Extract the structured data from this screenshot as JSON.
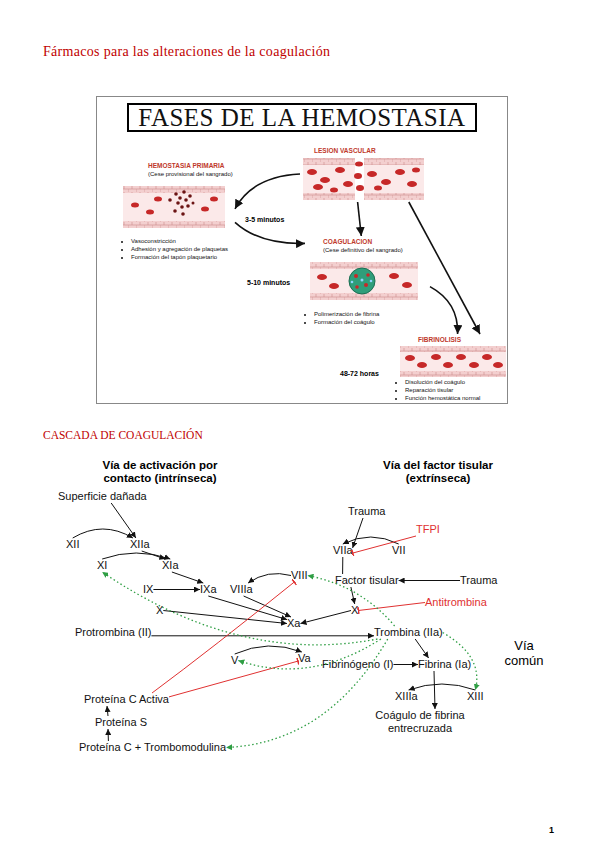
{
  "diagram": {
    "title": "Fármacos para las alteraciones de la coagulación",
    "nodes": [
      {
        "text": [
          "FASES DE LA HEMOSTASIA"
        ]
      },
      {
        "text": [
          "HEMOSTASIA PRIMARIA",
          "(Cese provisional del sangrado)",
          "Vasoconstricción",
          "Adhesión y agregación de plaquetas",
          "Formación del tapón plaquetario"
        ]
      },
      {
        "text": [
          "LESION VASCULAR"
        ]
      },
      {
        "text": [
          "COAGULACION",
          "(Cese definitivo del sangrado)",
          "Polimerización de fibrina",
          "Formación del coágulo"
        ]
      },
      {
        "text": [
          "FIBRINOLISIS",
          "Disolución del coágulo",
          "Reparación tisular",
          "Función hemostática normal"
        ]
      },
      {
        "text": [
          "Superficie dañada"
        ]
      },
      {
        "text": [
          "Trauma"
        ]
      },
      {
        "text": [
          "TFPI"
        ]
      },
      {
        "text": [
          "XII"
        ]
      },
      {
        "text": [
          "XIIa"
        ]
      },
      {
        "text": [
          "VIIa"
        ]
      },
      {
        "text": [
          "VII"
        ]
      },
      {
        "text": [
          "XI"
        ]
      },
      {
        "text": [
          "XIa"
        ]
      },
      {
        "text": [
          "VIII"
        ]
      },
      {
        "text": [
          "Factor tisular"
        ]
      },
      {
        "text": [
          "Trauma"
        ]
      },
      {
        "text": [
          "IX"
        ]
      },
      {
        "text": [
          "IXa"
        ]
      },
      {
        "text": [
          "VIIIa"
        ]
      },
      {
        "text": [
          "Antitrombina"
        ]
      },
      {
        "text": [
          "X"
        ]
      },
      {
        "text": [
          "X"
        ]
      },
      {
        "text": [
          "Protrombina (II)"
        ]
      },
      {
        "text": [
          "Xa"
        ]
      },
      {
        "text": [
          "Trombina (IIa)"
        ]
      },
      {
        "text": [
          "V"
        ]
      },
      {
        "text": [
          "Va"
        ]
      },
      {
        "text": [
          "Fibrinógeno (I)"
        ]
      },
      {
        "text": [
          "Fibrina (Ia)"
        ]
      },
      {
        "text": [
          "Proteína C Activa"
        ]
      },
      {
        "text": [
          "XIIIa"
        ]
      },
      {
        "text": [
          "XIII"
        ]
      },
      {
        "text": [
          "Proteína S"
        ]
      },
      {
        "text": [
          "Coágulo de fibrina entrecruzada"
        ]
      },
      {
        "text": [
          "Proteína C + Trombomodulina"
        ]
      }
    ],
    "edges": [
      {
        "from": 2,
        "to": 1,
        "arrow": "to"
      },
      {
        "from": 2,
        "to": 3,
        "arrow": "to"
      },
      {
        "from": 1,
        "to": 3,
        "arrow": "to"
      },
      {
        "from": 3,
        "to": 4,
        "arrow": "to"
      },
      {
        "from": 2,
        "to": 4,
        "arrow": "to"
      },
      {
        "from": 5,
        "to": 9,
        "arrow": "to"
      },
      {
        "from": 8,
        "to": 9,
        "arrow": "to"
      },
      {
        "from": 9,
        "to": 13,
        "arrow": "to"
      },
      {
        "from": 12,
        "to": 13,
        "arrow": "to"
      },
      {
        "from": 13,
        "to": 18,
        "arrow": "to"
      },
      {
        "from": 17,
        "to": 18,
        "arrow": "to"
      },
      {
        "from": 18,
        "to": 24,
        "arrow": "to"
      },
      {
        "from": 19,
        "to": 24,
        "arrow": "to"
      },
      {
        "from": 14,
        "to": 19,
        "arrow": "to"
      },
      {
        "from": 21,
        "to": 24,
        "arrow": "to"
      },
      {
        "from": 22,
        "to": 24,
        "arrow": "to"
      },
      {
        "from": 23,
        "to": 25,
        "arrow": "to"
      },
      {
        "from": 26,
        "to": 27,
        "arrow": "to"
      },
      {
        "from": 28,
        "to": 29,
        "arrow": "to"
      },
      {
        "from": 25,
        "to": 29,
        "arrow": "to"
      },
      {
        "from": 32,
        "to": 31,
        "arrow": "to"
      },
      {
        "from": 29,
        "to": 34,
        "arrow": "to"
      },
      {
        "from": 6,
        "to": 10,
        "arrow": "to"
      },
      {
        "from": 11,
        "to": 10,
        "arrow": "to"
      },
      {
        "from": 16,
        "to": 15,
        "arrow": "to"
      },
      {
        "from": 10,
        "to": 15,
        "arrow": "none"
      },
      {
        "from": 15,
        "to": 22,
        "arrow": "to"
      },
      {
        "from": 7,
        "to": 10,
        "arrow": "to"
      },
      {
        "from": 20,
        "to": 22,
        "arrow": "to"
      },
      {
        "from": 30,
        "to": 14,
        "arrow": "to"
      },
      {
        "from": 30,
        "to": 27,
        "arrow": "to"
      },
      {
        "from": 25,
        "to": 12,
        "arrow": "to"
      },
      {
        "from": 25,
        "to": 14,
        "arrow": "to"
      },
      {
        "from": 25,
        "to": 26,
        "arrow": "to"
      },
      {
        "from": 25,
        "to": 32,
        "arrow": "to"
      },
      {
        "from": 25,
        "to": 35,
        "arrow": "to"
      },
      {
        "from": 35,
        "to": 33,
        "arrow": "to"
      },
      {
        "from": 33,
        "to": 30,
        "arrow": "to"
      }
    ],
    "labels": [
      "3-5 minutos",
      "5-10 minutos",
      "48-72 horas",
      "CASCADA DE COAGULACIÓN",
      "Vía de activación por contacto (intrínseca)",
      "Vía del factor tisular (extrínseca)",
      "Vía común",
      "1"
    ]
  }
}
